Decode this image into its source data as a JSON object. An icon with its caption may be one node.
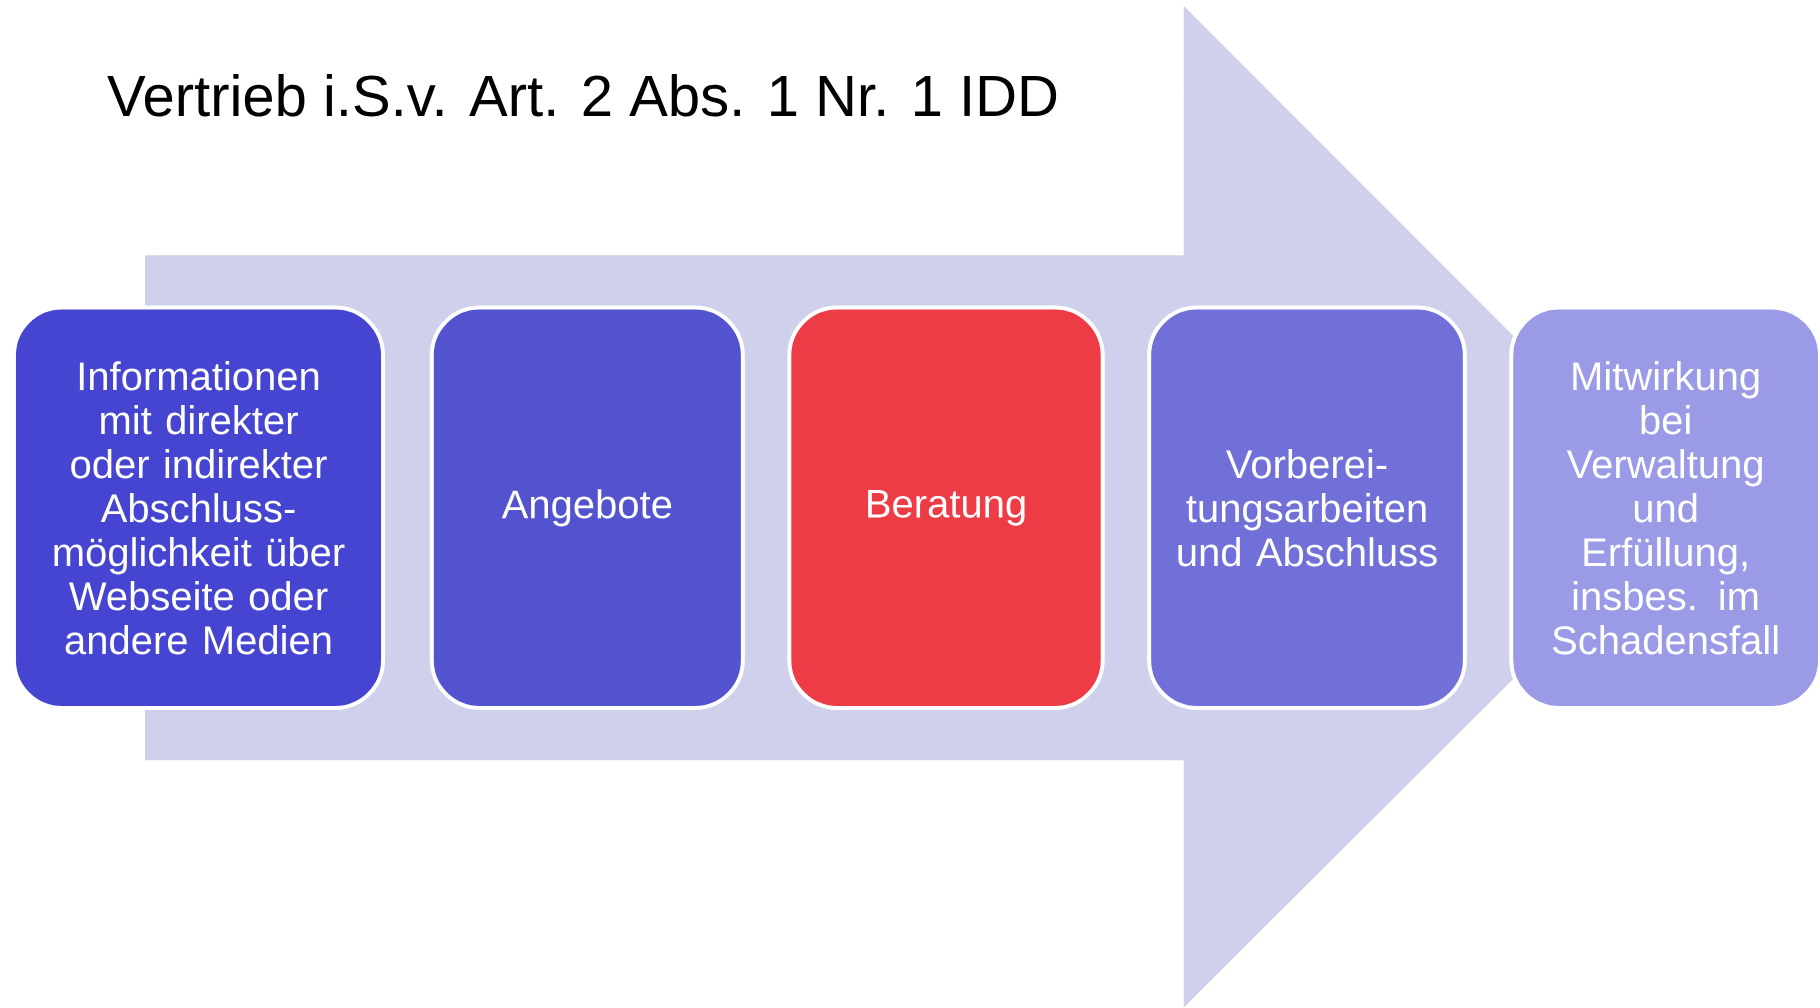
{
  "diagram": {
    "title": "Vertrieb i.S.v. Art. 2 Abs. 1 Nr. 1 IDD",
    "nodes": [
      {
        "text": [
          "Informationen mit direkter oder indirekter Abschluss-möglichkeit über Webseite oder andere Medien"
        ]
      },
      {
        "text": [
          "Angebote"
        ]
      },
      {
        "text": [
          "Beratung"
        ]
      },
      {
        "text": [
          "Vorberei-tungsarbeiten und Abschluss"
        ]
      },
      {
        "text": [
          "Mitwirkung bei Verwaltung und Erfüllung, insbes. im Schadensfall"
        ]
      }
    ],
    "edges": [
      {
        "from": 0,
        "to": 4,
        "arrow": "to"
      }
    ]
  }
}
